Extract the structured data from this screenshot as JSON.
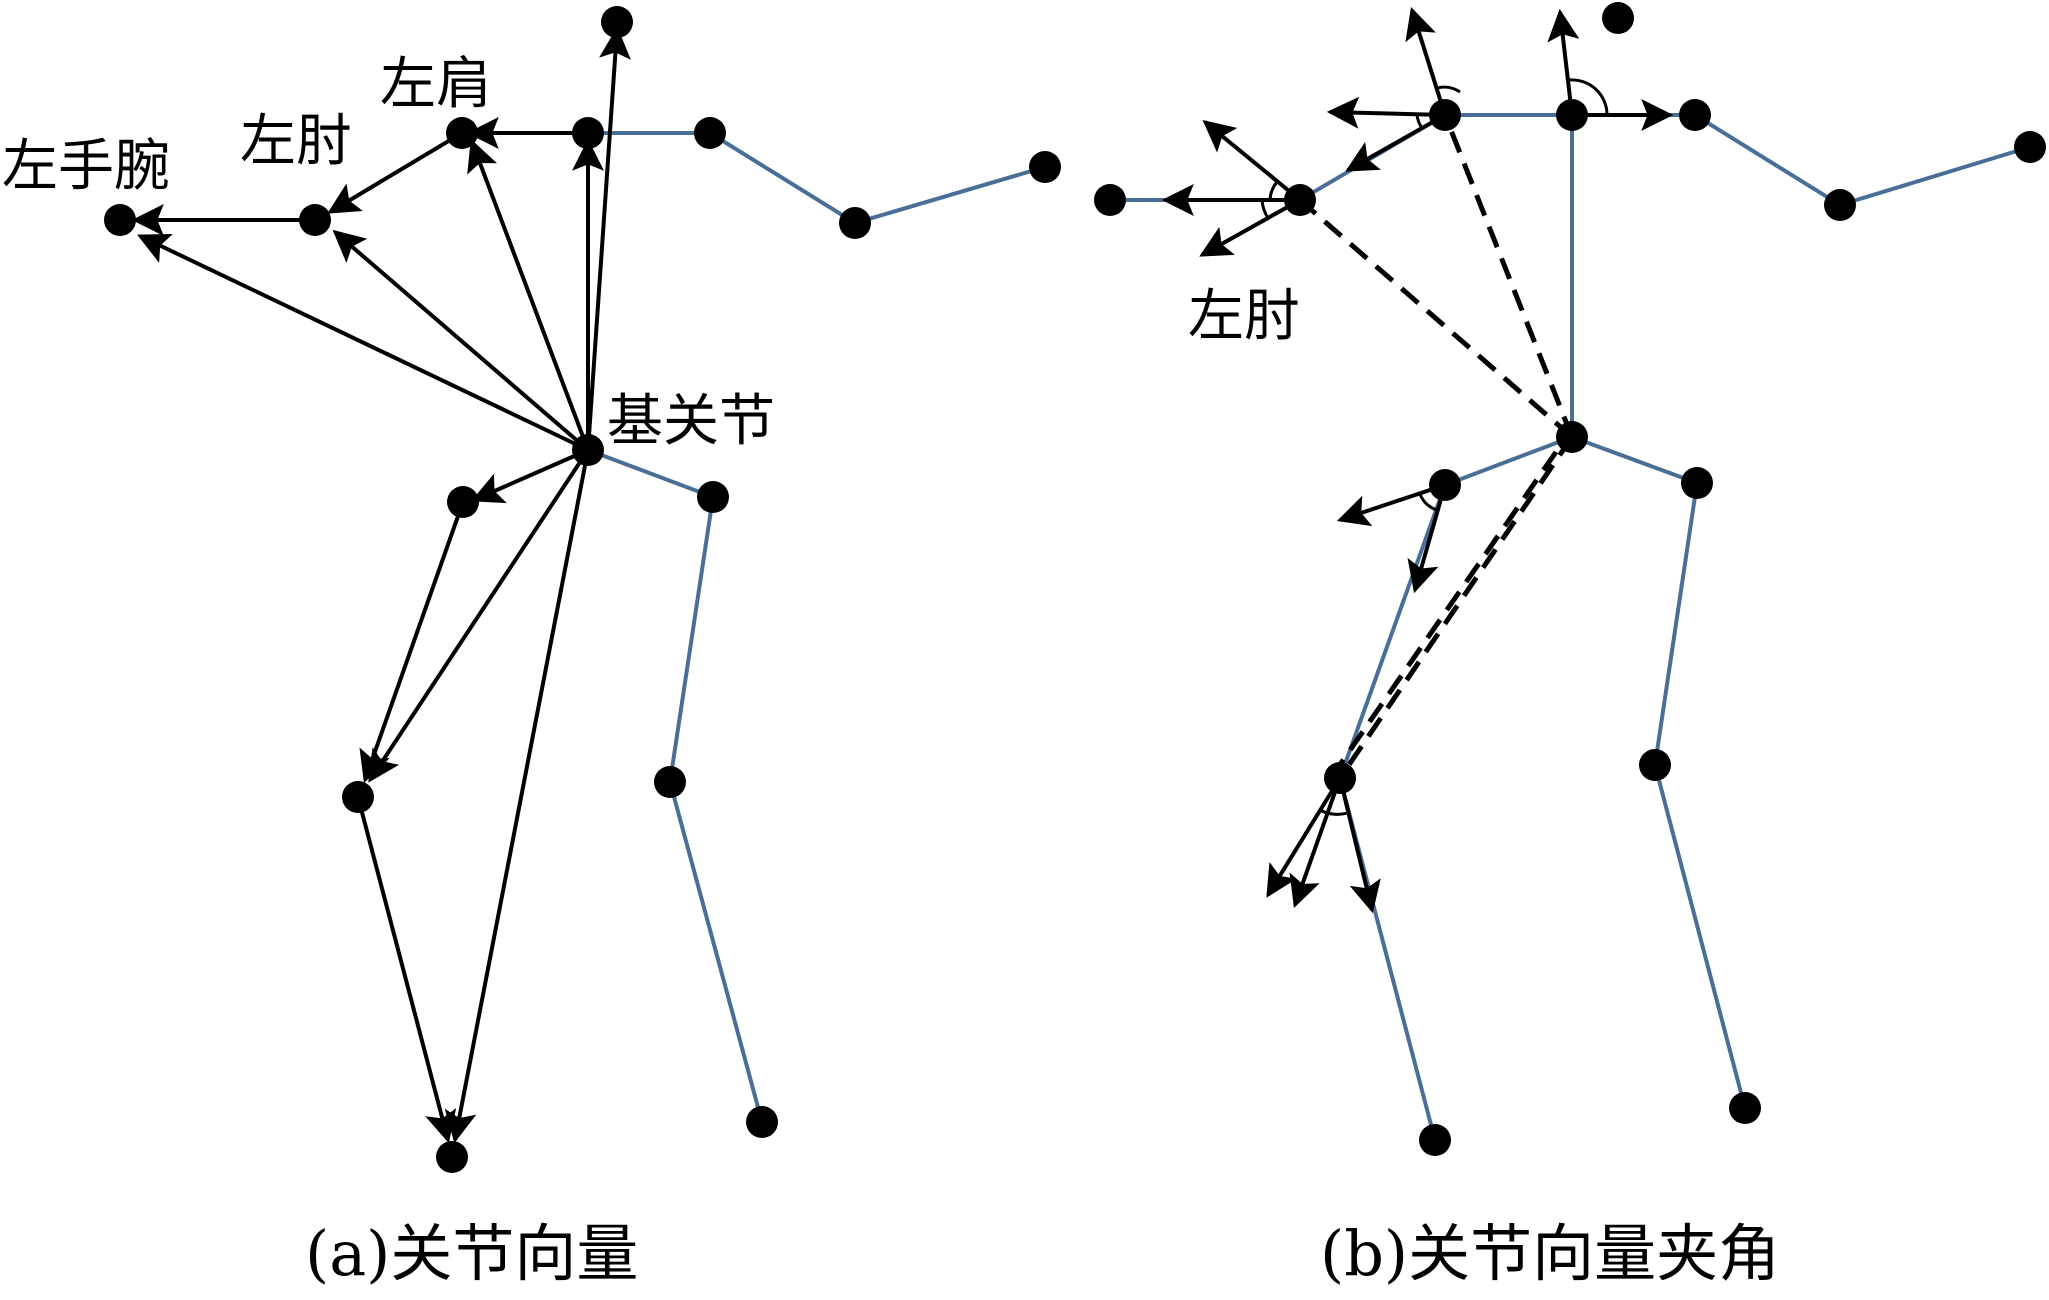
{
  "colors": {
    "skeleton": "#4a6f97",
    "vector": "#000000",
    "joint": "#000000",
    "background": "#ffffff"
  },
  "panel_a": {
    "labels": {
      "left_wrist": "左手腕",
      "left_elbow": "左肘",
      "left_shoulder": "左肩",
      "base_joint": "基关节"
    },
    "caption": "(a)关节向量"
  },
  "panel_b": {
    "labels": {
      "left_elbow": "左肘"
    },
    "caption": "(b)关节向量夹角"
  }
}
